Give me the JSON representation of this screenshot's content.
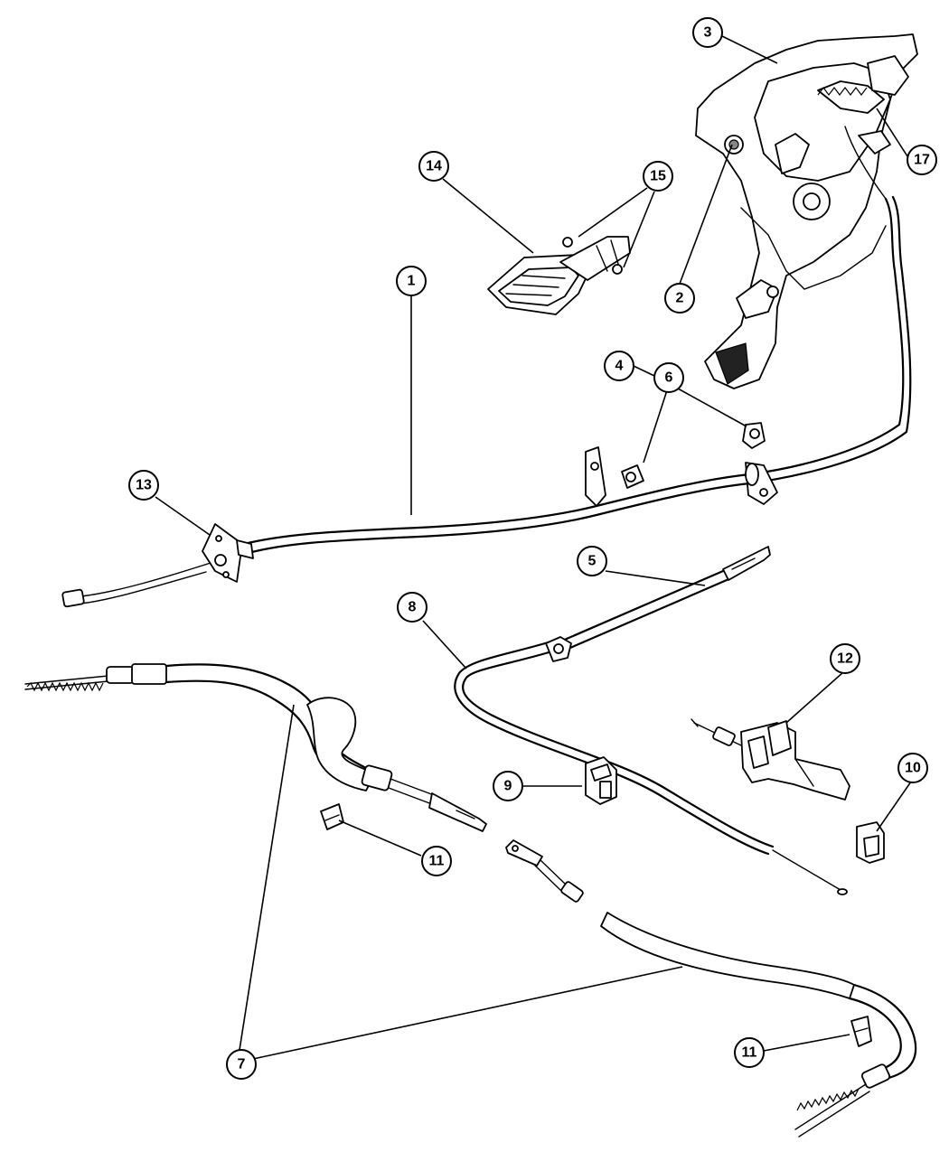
{
  "callouts": {
    "c1": "1",
    "c2": "2",
    "c3": "3",
    "c4": "4",
    "c5": "5",
    "c6": "6",
    "c7": "7",
    "c8": "8",
    "c9": "9",
    "c10": "10",
    "c11a": "11",
    "c11b": "11",
    "c12": "12",
    "c13": "13",
    "c14": "14",
    "c15": "15",
    "c17": "17"
  },
  "colors": {
    "line": "#000000",
    "background": "#ffffff"
  }
}
